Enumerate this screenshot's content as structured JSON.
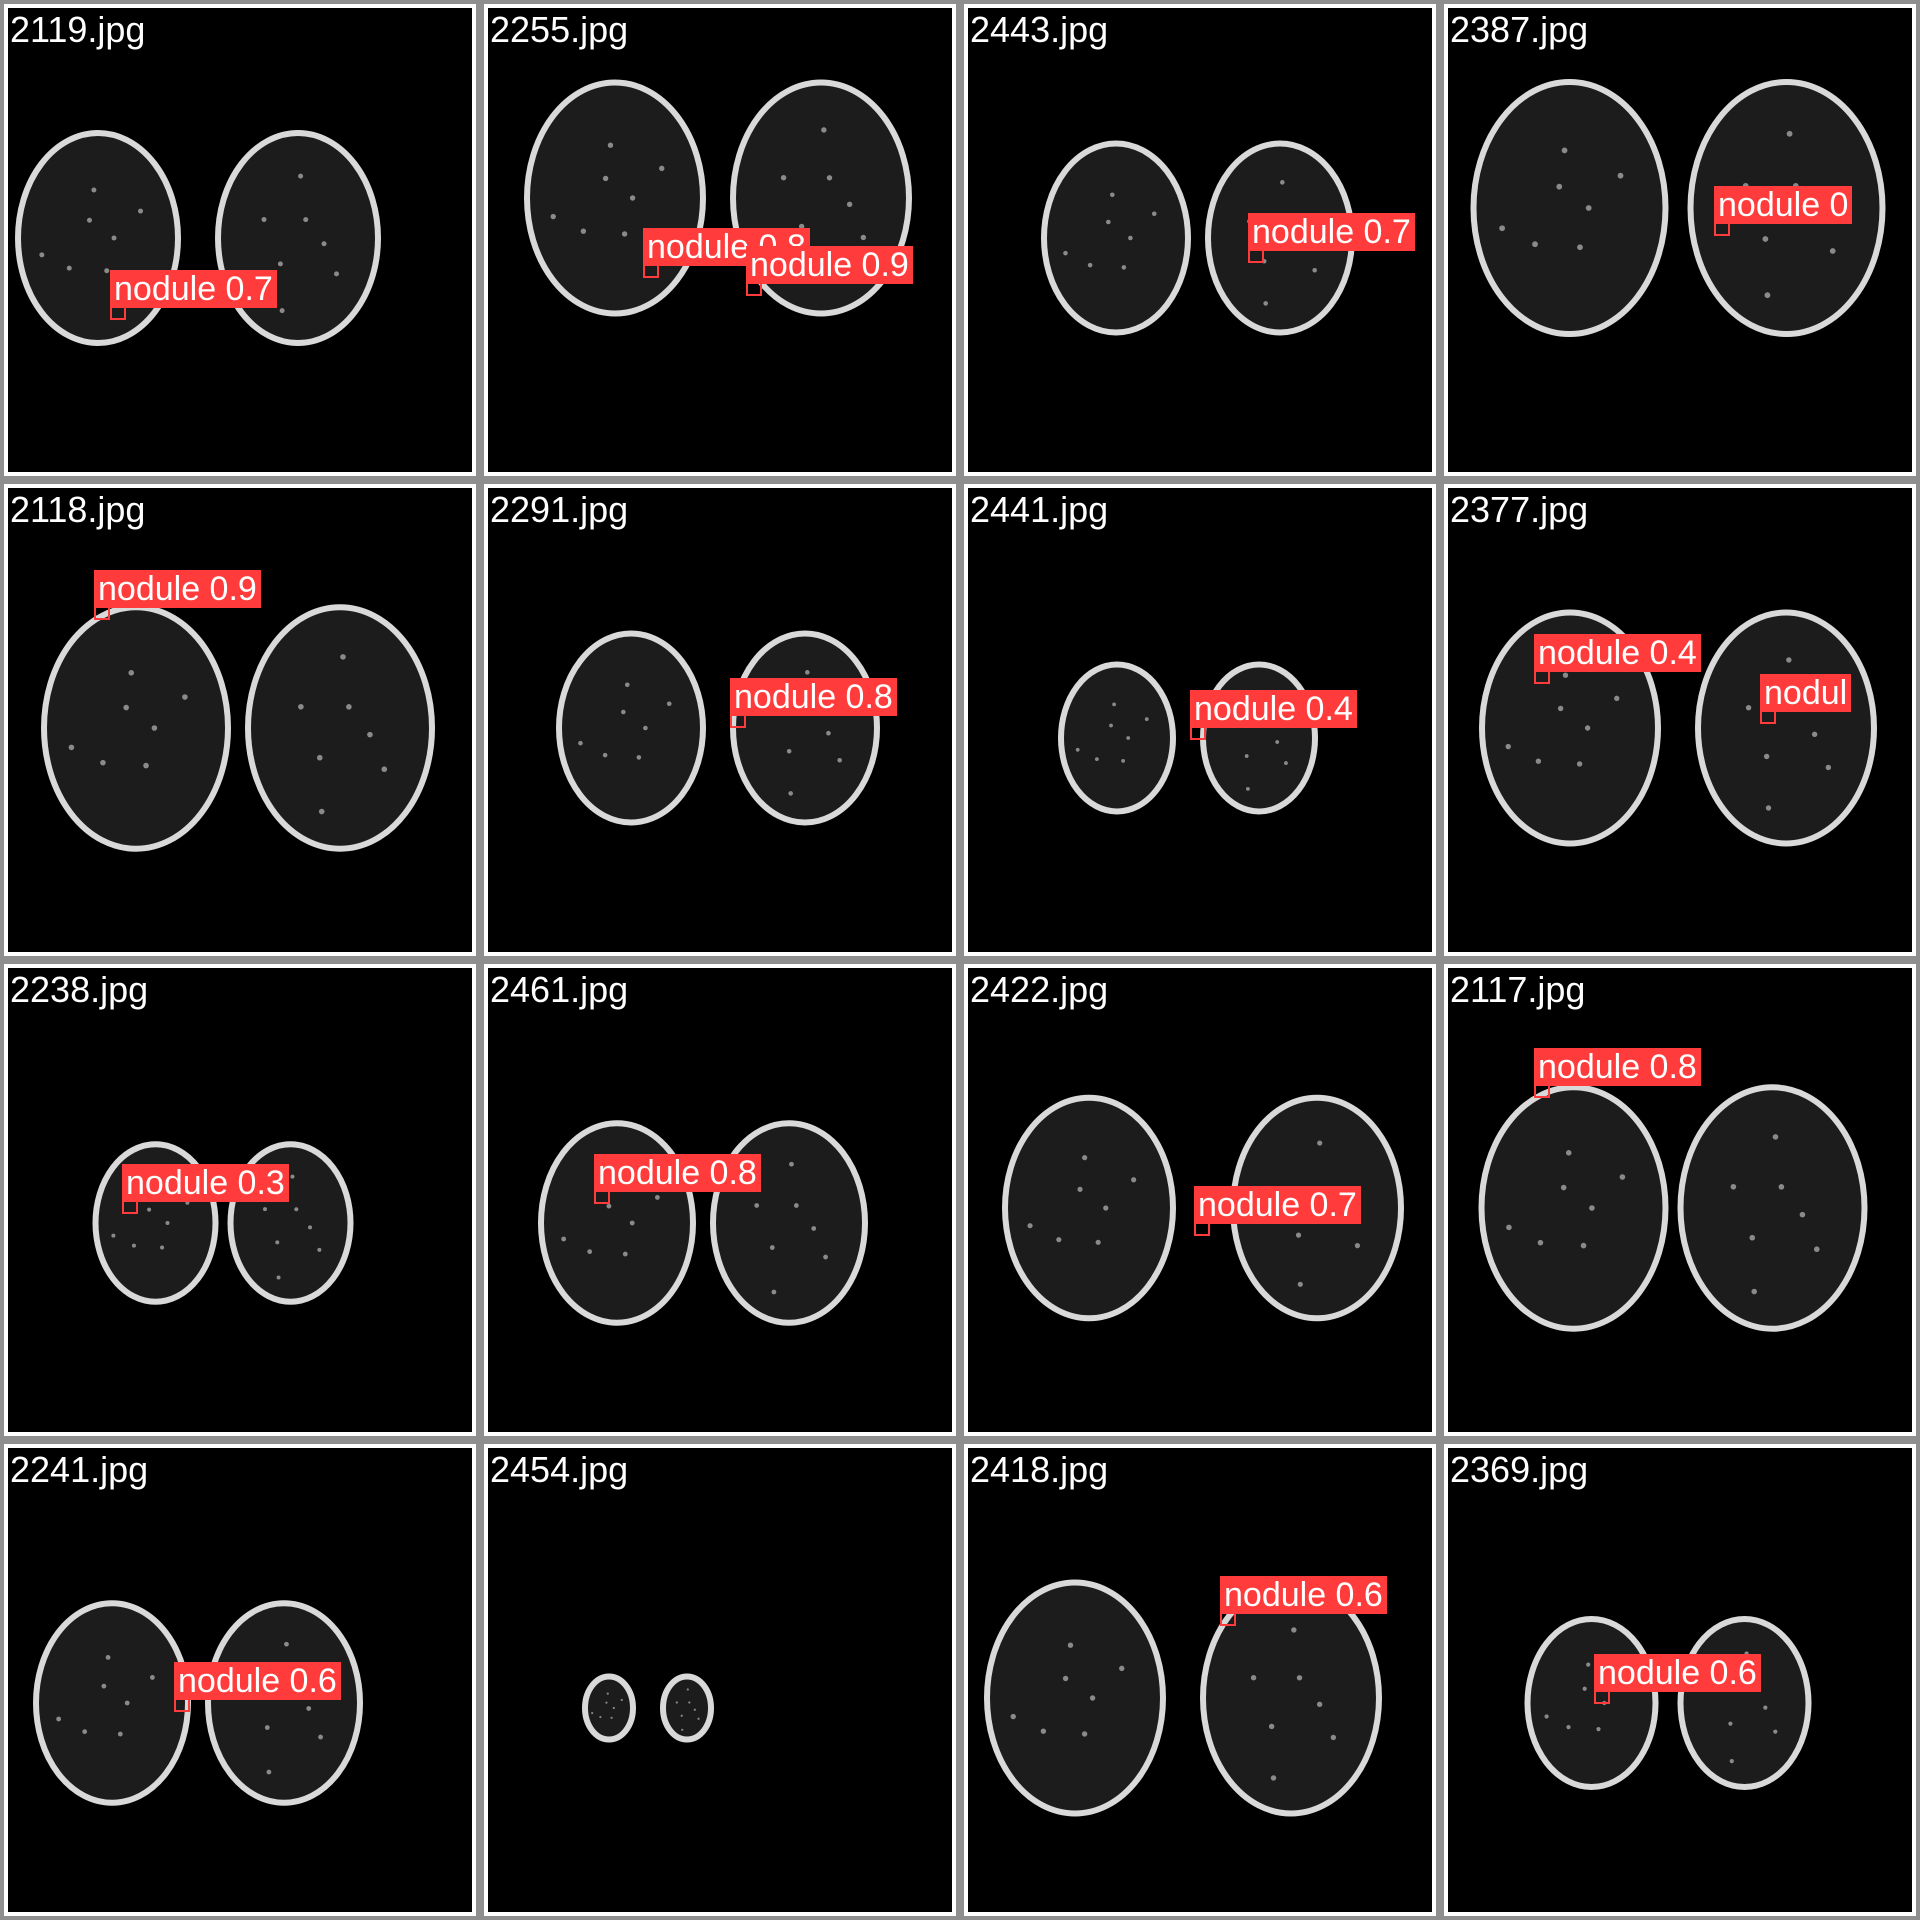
{
  "colors": {
    "detection": "#ff3b3b",
    "frame": "#8f8f8f",
    "tile_border": "#ffffff",
    "text": "#ffffff"
  },
  "tiles": [
    {
      "filename": "2119.jpg",
      "detections": [
        {
          "label": "nodule 0.7"
        }
      ]
    },
    {
      "filename": "2255.jpg",
      "detections": [
        {
          "label": "nodule 0.8"
        },
        {
          "label": "nodule 0.9"
        }
      ]
    },
    {
      "filename": "2443.jpg",
      "detections": [
        {
          "label": "nodule 0.7"
        }
      ]
    },
    {
      "filename": "2387.jpg",
      "detections": [
        {
          "label": "nodule 0"
        }
      ]
    },
    {
      "filename": "2118.jpg",
      "detections": [
        {
          "label": "nodule 0.9"
        }
      ]
    },
    {
      "filename": "2291.jpg",
      "detections": [
        {
          "label": "nodule 0.8"
        }
      ]
    },
    {
      "filename": "2441.jpg",
      "detections": [
        {
          "label": "nodule 0.4"
        }
      ]
    },
    {
      "filename": "2377.jpg",
      "detections": [
        {
          "label": "nodule 0.4"
        },
        {
          "label": "nodul"
        }
      ]
    },
    {
      "filename": "2238.jpg",
      "detections": [
        {
          "label": "nodule 0.3"
        }
      ]
    },
    {
      "filename": "2461.jpg",
      "detections": [
        {
          "label": "nodule 0.8"
        }
      ]
    },
    {
      "filename": "2422.jpg",
      "detections": [
        {
          "label": "nodule 0.7"
        }
      ]
    },
    {
      "filename": "2117.jpg",
      "detections": [
        {
          "label": "nodule 0.8"
        }
      ]
    },
    {
      "filename": "2241.jpg",
      "detections": [
        {
          "label": "nodule 0.6"
        }
      ]
    },
    {
      "filename": "2454.jpg",
      "detections": []
    },
    {
      "filename": "2418.jpg",
      "detections": [
        {
          "label": "nodule 0.6"
        }
      ]
    },
    {
      "filename": "2369.jpg",
      "detections": [
        {
          "label": "nodule 0.6"
        }
      ]
    }
  ]
}
